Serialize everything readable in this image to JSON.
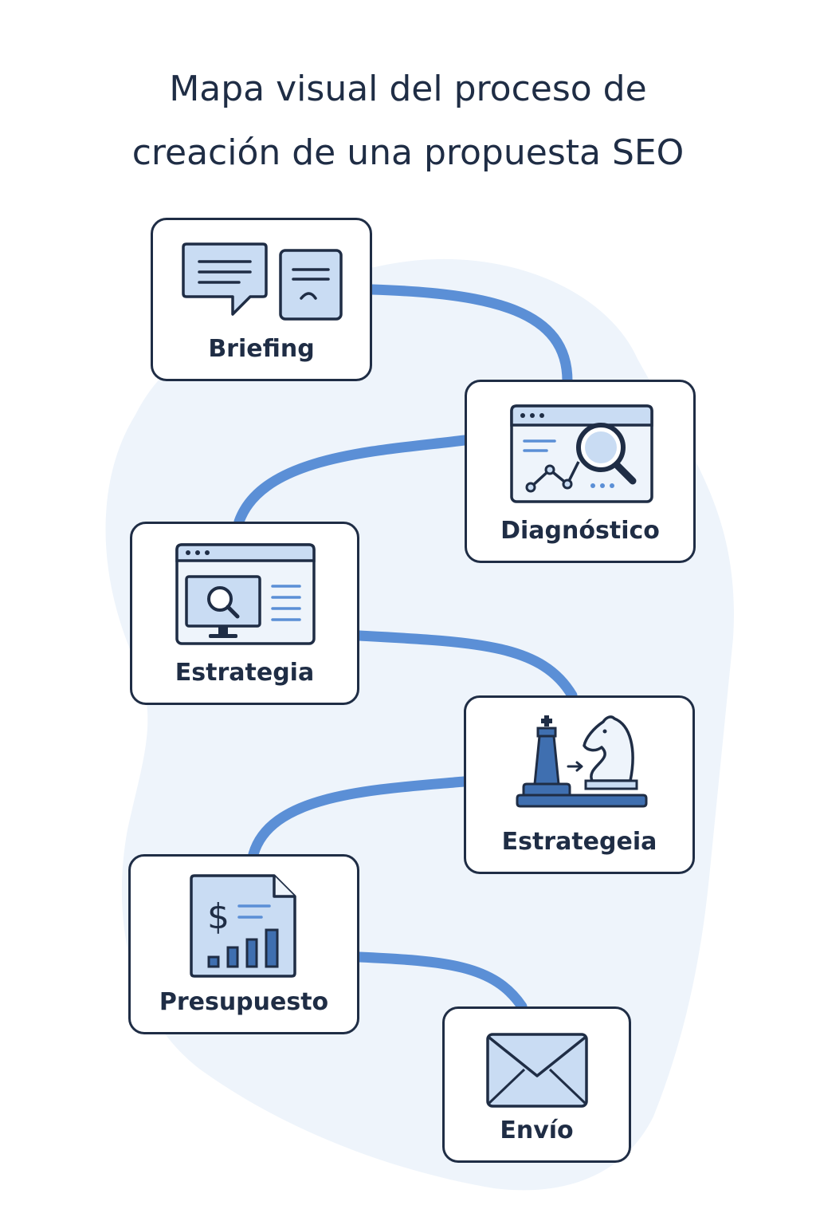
{
  "title": {
    "line1": "Mapa visual del proceso de",
    "line2": "creación de una propuesta SEO"
  },
  "colors": {
    "text": "#1f2d45",
    "connector": "#5b8fd6",
    "blob": "#eef4fb",
    "icon_fill": "#c9dcf3",
    "icon_dark": "#3f6fb0"
  },
  "steps": [
    {
      "label": "Briefing",
      "icon": "chat-bubble-document-icon"
    },
    {
      "label": "Diagnóstico",
      "icon": "browser-magnifier-chart-icon"
    },
    {
      "label": "Estrategia",
      "icon": "monitor-search-icon"
    },
    {
      "label": "Estrategeia",
      "icon": "chess-king-knight-icon"
    },
    {
      "label": "Presupuesto",
      "icon": "invoice-bar-chart-icon"
    },
    {
      "label": "Envío",
      "icon": "envelope-icon"
    }
  ]
}
